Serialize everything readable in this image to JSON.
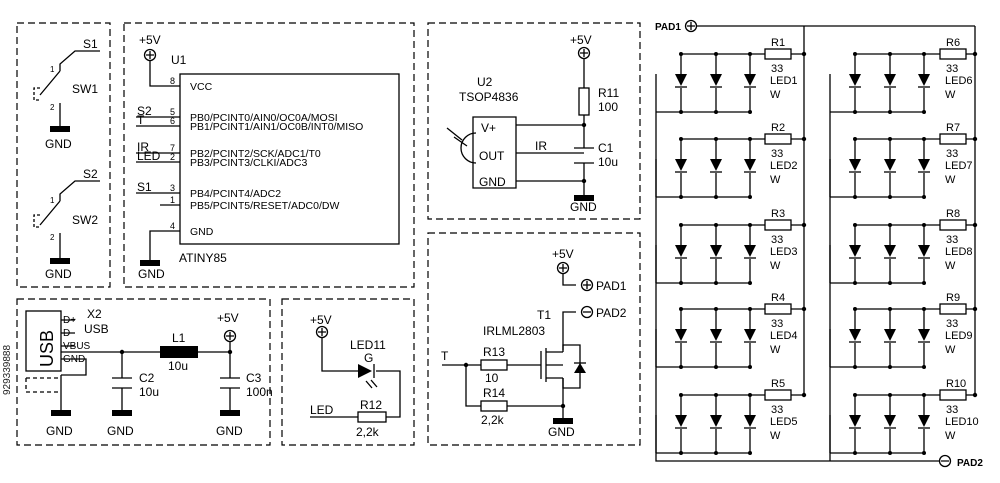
{
  "switches": {
    "sw1": {
      "net": "S1",
      "name": "SW1",
      "pin1": "1",
      "pin2": "2",
      "gnd": "GND"
    },
    "sw2": {
      "net": "S2",
      "name": "SW2",
      "pin1": "1",
      "pin2": "2",
      "gnd": "GND"
    }
  },
  "mcu": {
    "ref": "U1",
    "part": "ATINY85",
    "supply": "+5V",
    "gnd": "GND",
    "pins": [
      {
        "num": "8",
        "name": "VCC",
        "net": ""
      },
      {
        "num": "5",
        "name": "PB0/PCINT0/AIN0/OC0A/MOSI",
        "net": "S2"
      },
      {
        "num": "6",
        "name": "PB1/PCINT1/AIN1/OC0B/INT0/MISO",
        "net": "T"
      },
      {
        "num": "7",
        "name": "PB2/PCINT2/SCK/ADC1/T0",
        "net": "IR"
      },
      {
        "num": "2",
        "name": "PB3/PCINT3/CLKI/ADC3",
        "net": "LED"
      },
      {
        "num": "3",
        "name": "PB4/PCINT4/ADC2",
        "net": "S1"
      },
      {
        "num": "1",
        "name": "PB5/PCINT5/RESET/ADC0/DW",
        "net": ""
      },
      {
        "num": "4",
        "name": "GND",
        "net": ""
      }
    ]
  },
  "ir": {
    "ref": "U2",
    "part": "TSOP4836",
    "vplus": "V+",
    "out": "OUT",
    "gnd": "GND",
    "net": "IR",
    "supply": "+5V",
    "r": {
      "ref": "R11",
      "value": "100"
    },
    "c": {
      "ref": "C1",
      "value": "10u"
    },
    "ground": "GND"
  },
  "usb": {
    "ref": "X2",
    "part": "USB",
    "label": "USB",
    "pins": [
      "D+",
      "D-",
      "VBUS",
      "GND"
    ],
    "l": {
      "ref": "L1",
      "value": "10u"
    },
    "c2": {
      "ref": "C2",
      "value": "10u"
    },
    "c3": {
      "ref": "C3",
      "value": "100n"
    },
    "supply": "+5V",
    "gnd": "GND"
  },
  "indicator": {
    "supply": "+5V",
    "ref": "LED11",
    "color": "G",
    "r": {
      "ref": "R12",
      "value": "2,2k"
    },
    "net": "LED"
  },
  "driver": {
    "supply": "+5V",
    "pad1": "PAD1",
    "pad2": "PAD2",
    "t": {
      "ref": "T1",
      "part": "IRLML2803"
    },
    "net": "T",
    "r13": {
      "ref": "R13",
      "value": "10"
    },
    "r14": {
      "ref": "R14",
      "value": "2,2k"
    },
    "gnd": "GND"
  },
  "array": {
    "pad1": "PAD1",
    "pad2": "PAD2",
    "left": [
      {
        "r": "R1",
        "v": "33",
        "led": "LED1",
        "c": "W"
      },
      {
        "r": "R2",
        "v": "33",
        "led": "LED2",
        "c": "W"
      },
      {
        "r": "R3",
        "v": "33",
        "led": "LED3",
        "c": "W"
      },
      {
        "r": "R4",
        "v": "33",
        "led": "LED4",
        "c": "W"
      },
      {
        "r": "R5",
        "v": "33",
        "led": "LED5",
        "c": "W"
      }
    ],
    "right": [
      {
        "r": "R6",
        "v": "33",
        "led": "LED6",
        "c": "W"
      },
      {
        "r": "R7",
        "v": "33",
        "led": "LED7",
        "c": "W"
      },
      {
        "r": "R8",
        "v": "33",
        "led": "LED8",
        "c": "W"
      },
      {
        "r": "R9",
        "v": "33",
        "led": "LED9",
        "c": "W"
      },
      {
        "r": "R10",
        "v": "33",
        "led": "LED10",
        "c": "W"
      }
    ]
  },
  "stock_id": "929339888"
}
